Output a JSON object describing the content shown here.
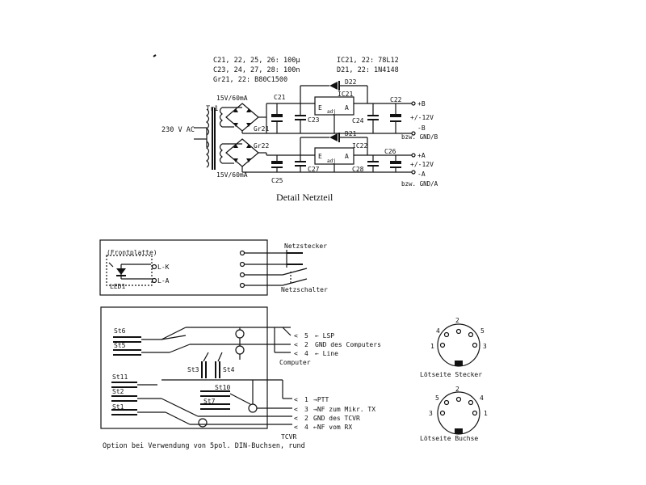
{
  "notes": [
    "C21, 22, 25, 26: 100µ",
    "C23, 24, 27, 28: 100n",
    "Gr21, 22: B80C1500",
    "IC21, 22: 78L12",
    "D21, 22: 1N4148"
  ],
  "psu": {
    "tr": "Tr1",
    "ac": "230 V AC",
    "trafo_top": "15V/60mA",
    "trafo_bottom": "15V/60mA",
    "ref": {
      "c21": "C21",
      "gr21": "Gr21",
      "c23": "C23",
      "ic21": "IC21",
      "d22": "D22",
      "c24": "C24",
      "c22": "C22",
      "gr22": "Gr22",
      "c25": "C25",
      "c27": "C27",
      "ic22": "IC22",
      "d21": "D21",
      "c28": "C28",
      "c26": "C26"
    },
    "reg_e": "E",
    "reg_a": "A",
    "reg_adj": "adj",
    "out_b_plus": "+B",
    "out_b_v": "+/-12V",
    "out_b_minus": "-B",
    "out_b_gnd": "bzw. GND/B",
    "out_a_plus": "+A",
    "out_a_v": "+/-12V",
    "out_a_minus": "-A",
    "out_a_gnd": "bzw. GND/A",
    "caption": "Detail Netzteil"
  },
  "front": {
    "title": "(Frontplatte)",
    "led": "LED1",
    "lk": "L-K",
    "la": "L-A",
    "plug": "Netzstecker",
    "switch": "Netzschalter"
  },
  "jacks": {
    "st6": "St6",
    "st5": "St5",
    "st3": "St3",
    "st4": "St4",
    "st11": "St11",
    "st2": "St2",
    "st1": "St1",
    "st10": "St10",
    "st7": "St7",
    "computer_pins": [
      {
        "n": "5",
        "t": "← LSP"
      },
      {
        "n": "2",
        "t": "GND des Computers"
      },
      {
        "n": "4",
        "t": "← Line"
      }
    ],
    "computer": "Computer",
    "tcvr_pins": [
      {
        "n": "1",
        "t": "→PTT"
      },
      {
        "n": "3",
        "t": "→NF zum Mikr. TX"
      },
      {
        "n": "2",
        "t": "GND des TCVR"
      },
      {
        "n": "4",
        "t": "←NF vom RX"
      }
    ],
    "tcvr": "TCVR"
  },
  "din_plug": {
    "pins": [
      "2",
      "4",
      "5",
      "1",
      "3"
    ],
    "caption": "Lötseite Stecker"
  },
  "din_socket": {
    "pins": [
      "2",
      "5",
      "4",
      "3",
      "1"
    ],
    "caption": "Lötseite Buchse"
  },
  "footer": "Option bei Verwendung von 5pol. DIN-Buchsen, rund"
}
